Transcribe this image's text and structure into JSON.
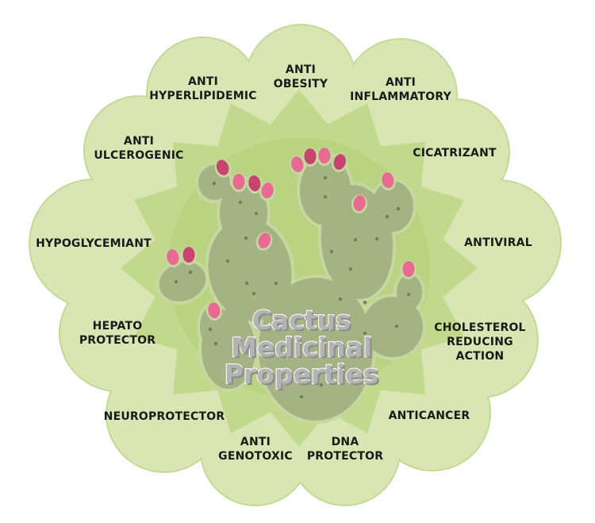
{
  "colors": {
    "petal": "#d9e6b3",
    "petal_edge": "#c4d996",
    "star_outer": "#c2d98d",
    "star_inner": "#b4ce78",
    "cactus": "#a5b384",
    "cactus_edge": "#c6d8a0",
    "cactus_dot": "#6e7e58",
    "fruit": "#e66a91",
    "fruit_dark": "#c8436e",
    "title": "#b4b4b4"
  },
  "title": "Cactus\nMedicinal\nProperties",
  "properties": [
    {
      "id": "anti-obesity",
      "label": "ANTI\nOBESITY"
    },
    {
      "id": "anti-inflammatory",
      "label": "ANTI\nINFLAMMATORY"
    },
    {
      "id": "cicatrizant",
      "label": "CICATRIZANT"
    },
    {
      "id": "antiviral",
      "label": "ANTIVIRAL"
    },
    {
      "id": "cholesterol-reducing-action",
      "label": "CHOLESTEROL\nREDUCING\nACTION"
    },
    {
      "id": "anticancer",
      "label": "ANTICANCER"
    },
    {
      "id": "dna-protector",
      "label": "DNA\nPROTECTOR"
    },
    {
      "id": "anti-genotoxic",
      "label": "ANTI\nGENOTOXIC"
    },
    {
      "id": "neuroprotector",
      "label": "NEUROPROTECTOR"
    },
    {
      "id": "hepato-protector",
      "label": "HEPATO\nPROTECTOR"
    },
    {
      "id": "hypoglycemiant",
      "label": "HYPOGLYCEMIANT"
    },
    {
      "id": "anti-ulcerogenic",
      "label": "ANTI\nULCEROGENIC"
    },
    {
      "id": "anti-hyperlipidemic",
      "label": "ANTI\nHYPERLIPIDEMIC"
    }
  ]
}
